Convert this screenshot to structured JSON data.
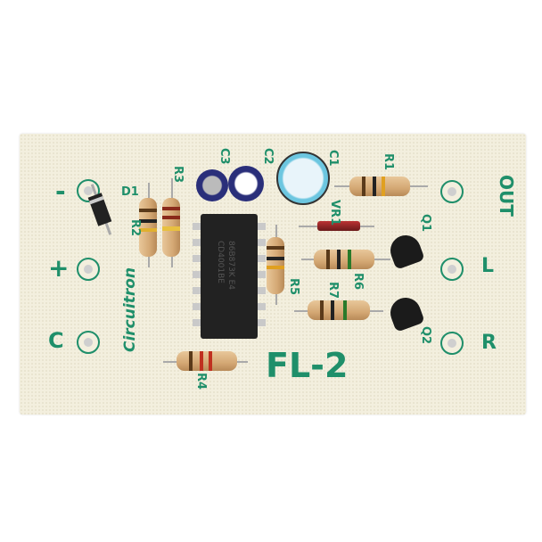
{
  "board": {
    "model": "FL-2",
    "brand_logo": "Circuitron",
    "terminals_left": [
      "-",
      "+",
      "C"
    ],
    "terminals_right": [
      "OUT",
      "L",
      "R"
    ],
    "component_labels": {
      "r1": "R1",
      "r2": "R2",
      "r3": "R3",
      "r4": "R4",
      "r5": "R5",
      "r6": "R6",
      "r7": "R7",
      "c1": "C1",
      "c2": "C2",
      "c3": "C3",
      "d1": "D1",
      "q1": "Q1",
      "q2": "Q2",
      "vr1": "VR1"
    },
    "chip_text": [
      "86B873K E4",
      "CD4001BE"
    ],
    "colors": {
      "silkscreen": "#1f8f6a",
      "board": "#f3efde"
    }
  }
}
